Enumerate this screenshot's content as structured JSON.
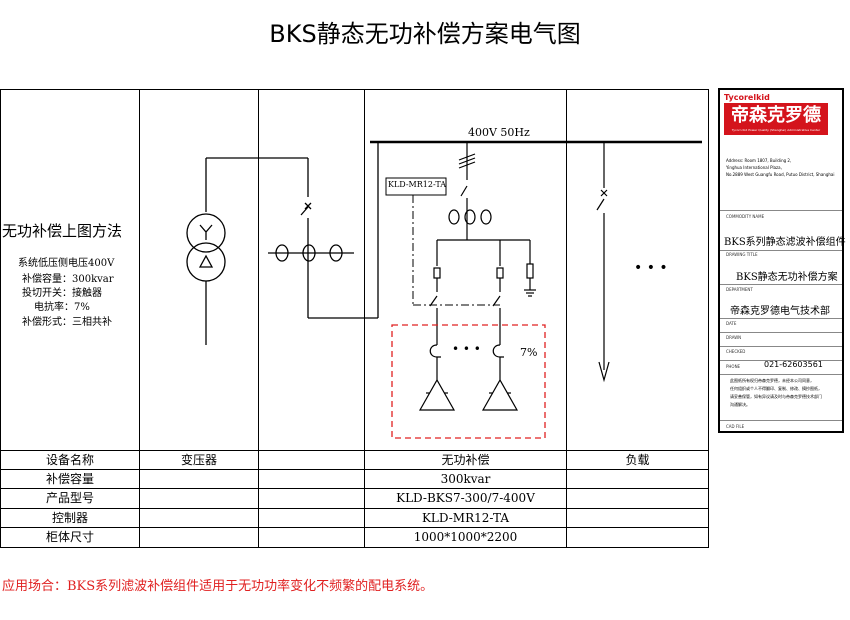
{
  "title": "BKS静态无功补偿方案电气图",
  "left_panel": {
    "heading": "无功补偿上图方法",
    "specs": [
      "系统低压侧电压400V",
      "补偿容量：300kvar",
      "投切开关：接触器",
      "电抗率：7%",
      "补偿形式：三相共补"
    ]
  },
  "diagram": {
    "bus_label": "400V 50Hz",
    "controller_label": "KLD-MR12-TA",
    "reactor_ratio": "7%",
    "ellipsis": "• • •"
  },
  "table": {
    "rows": [
      {
        "label": "设备名称",
        "cells": [
          "变压器",
          "无功补偿",
          "负载"
        ]
      },
      {
        "label": "补偿容量",
        "cells": [
          "",
          "300kvar",
          ""
        ]
      },
      {
        "label": "产品型号",
        "cells": [
          "",
          "KLD-BKS7-300/7-400V",
          ""
        ]
      },
      {
        "label": "控制器",
        "cells": [
          "",
          "KLD-MR12-TA",
          ""
        ]
      },
      {
        "label": "柜体尺寸",
        "cells": [
          "",
          "1000*1000*2200",
          ""
        ]
      }
    ]
  },
  "title_block": {
    "brand_small": "Tycorelkid",
    "brand_name": "帝森克罗德",
    "brand_tagline": "Tycorn Kid Power Quality (Shanghai) Administrative Center",
    "address": [
      "Address: Room 1807, Building 2,",
      "Yinghua International Plaza,",
      "No.2889 West Guangfu Road, Putuo District, Shanghai"
    ],
    "commodity_label": "COMMODITY NAME",
    "commodity_value": "BKS系列静态滤波补偿组件",
    "drawing_label": "DRAWING TITLE",
    "drawing_value": "BKS静态无功补偿方案",
    "department_label": "DEPARTMENT",
    "department_value": "帝森克罗德电气技术部",
    "date_label": "DATE",
    "drawn_label": "DRAWN",
    "checked_label": "CHECKED",
    "phone_label": "PHONE",
    "phone_value": "021-62603561",
    "notice": [
      "此图纸所有权归帝森克罗德，未经本公司同意，",
      "任何组织或个人不得翻印、复制、修改、摘抄图纸，",
      "请妥善保管，如有异议请及时与帝森克罗德技术部门",
      "沟通解决。"
    ],
    "cad_label": "CAD FILE"
  },
  "footer": "应用场合：BKS系列滤波补偿组件适用于无功功率变化不频繁的配电系统。",
  "colors": {
    "accent_red": "#e02020",
    "brand_red": "#d4141c",
    "line": "#000000"
  }
}
